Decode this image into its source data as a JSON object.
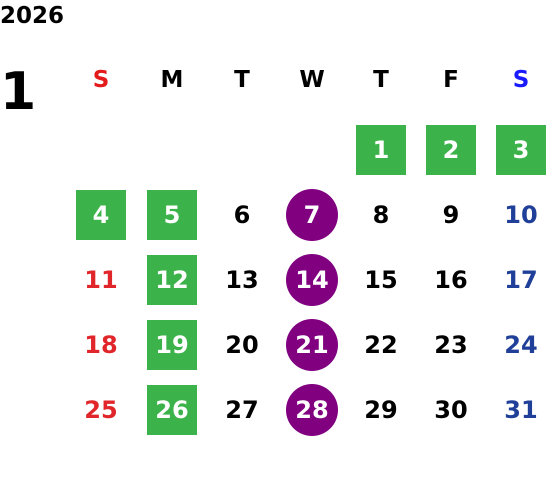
{
  "calendar": {
    "year": "2026",
    "month": "1",
    "weekdays": [
      {
        "label": "S",
        "color": "#e31b1b"
      },
      {
        "label": "M",
        "color": "#000000"
      },
      {
        "label": "T",
        "color": "#000000"
      },
      {
        "label": "W",
        "color": "#000000"
      },
      {
        "label": "T",
        "color": "#000000"
      },
      {
        "label": "F",
        "color": "#000000"
      },
      {
        "label": "S",
        "color": "#1a1aff"
      }
    ],
    "first_weekday_index": 4,
    "days_in_month": 31,
    "holiday_days": [
      1,
      2,
      3,
      4,
      5,
      12,
      19,
      26
    ],
    "event_days": [
      7,
      14,
      21,
      28
    ],
    "colors": {
      "holiday_bg": "#3cb34a",
      "event_bg": "#800080",
      "sunday_text": "#e0262a",
      "saturday_text": "#1f3f99",
      "weekday_text": "#000000"
    }
  }
}
